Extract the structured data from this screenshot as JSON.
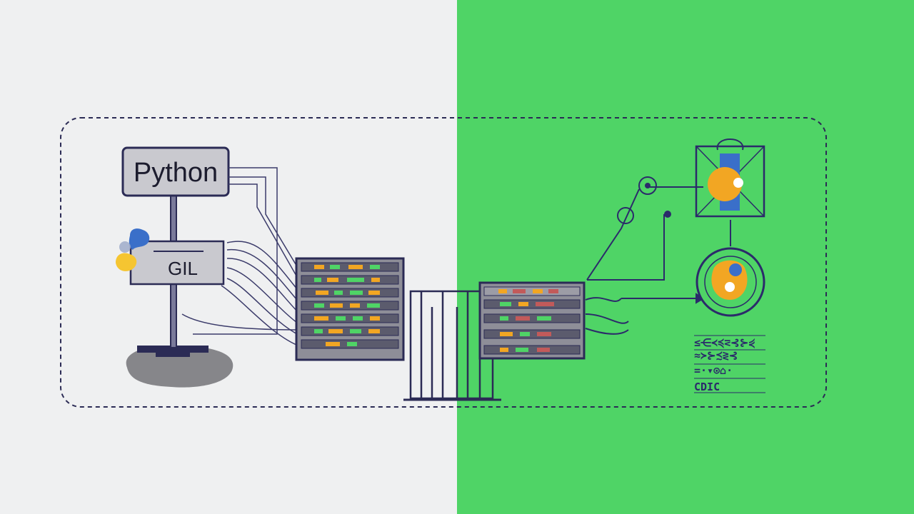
{
  "colors": {
    "left_background": "#eff0f1",
    "right_background": "#4fd466",
    "outline": "#2b2b55",
    "python_blue": "#3a6fc9",
    "python_yellow": "#f5c531",
    "accent_orange": "#f2a623",
    "pedestal_gray": "#7a7a7e"
  },
  "labels": {
    "python": "Python",
    "gil": "GIL",
    "code_line": "CDIC"
  },
  "icons": [
    "python-logo-icon",
    "server-rack-icon",
    "gate-icon",
    "core-icon",
    "arrow-icon"
  ]
}
